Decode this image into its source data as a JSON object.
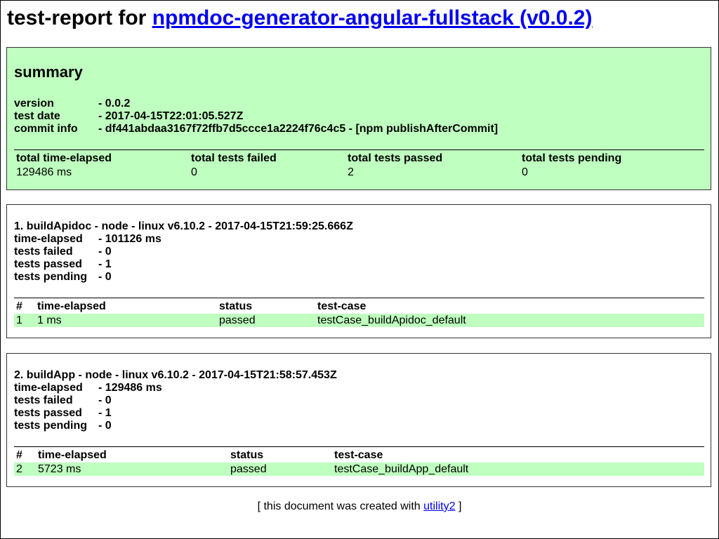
{
  "header": {
    "prefix": "test-report for ",
    "link_text": "npmdoc-generator-angular-fullstack (v0.0.2)"
  },
  "summary": {
    "title": "summary",
    "rows": [
      {
        "key": "version",
        "value": "- 0.0.2"
      },
      {
        "key": "test date",
        "value": "- 2017-04-15T22:01:05.527Z"
      },
      {
        "key": "commit info",
        "value": "- df441abdaa3167f72ffb7d5ccce1a2224f76c4c5 - [npm publishAfterCommit]"
      }
    ],
    "table": {
      "headers": [
        "total time-elapsed",
        "total tests failed",
        "total tests passed",
        "total tests pending"
      ],
      "values": [
        "129486 ms",
        "0",
        "2",
        "0"
      ]
    }
  },
  "tests": [
    {
      "title": "1. buildApidoc - node - linux v6.10.2 - 2017-04-15T21:59:25.666Z",
      "rows": [
        {
          "key": "time-elapsed",
          "value": "- 101126 ms"
        },
        {
          "key": "tests failed",
          "value": "- 0"
        },
        {
          "key": "tests passed",
          "value": "- 1"
        },
        {
          "key": "tests pending",
          "value": "- 0"
        }
      ],
      "table": {
        "headers": [
          "#",
          "time-elapsed",
          "status",
          "test-case"
        ],
        "row": [
          "1",
          "1 ms",
          "passed",
          "testCase_buildApidoc_default"
        ]
      }
    },
    {
      "title": "2. buildApp - node - linux v6.10.2 - 2017-04-15T21:58:57.453Z",
      "rows": [
        {
          "key": "time-elapsed",
          "value": "- 129486 ms"
        },
        {
          "key": "tests failed",
          "value": "- 0"
        },
        {
          "key": "tests passed",
          "value": "- 1"
        },
        {
          "key": "tests pending",
          "value": "- 0"
        }
      ],
      "table": {
        "headers": [
          "#",
          "time-elapsed",
          "status",
          "test-case"
        ],
        "row": [
          "2",
          "5723 ms",
          "passed",
          "testCase_buildApp_default"
        ]
      }
    }
  ],
  "footer": {
    "prefix": "[ this document was created with ",
    "link_text": "utility2",
    "suffix": " ]"
  },
  "colors": {
    "passed_bg": "#bfffbf",
    "link": "#0000ee"
  }
}
